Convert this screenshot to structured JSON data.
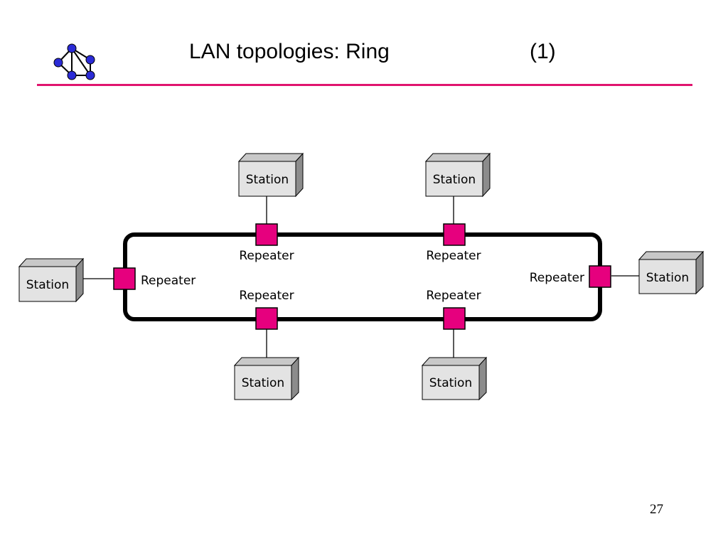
{
  "slide": {
    "title": "LAN topologies: Ring",
    "title_number": "(1)",
    "page_number": "27"
  },
  "colors": {
    "accent_rule": "#E0146E",
    "repeater_fill": "#E6007E",
    "station_face": "#E3E3E3",
    "station_side": "#8C8C8C",
    "logo_node": "#2B2BD6"
  },
  "logo": {
    "icon": "network-graph-icon"
  },
  "diagram": {
    "ring_label": "",
    "stations": [
      {
        "id": "top-left",
        "label": "Station"
      },
      {
        "id": "top-right",
        "label": "Station"
      },
      {
        "id": "right",
        "label": "Station"
      },
      {
        "id": "bottom-right",
        "label": "Station"
      },
      {
        "id": "bottom-left",
        "label": "Station"
      },
      {
        "id": "left",
        "label": "Station"
      }
    ],
    "repeaters": [
      {
        "id": "top-left",
        "label": "Repeater"
      },
      {
        "id": "top-right",
        "label": "Repeater"
      },
      {
        "id": "right",
        "label": "Repeater"
      },
      {
        "id": "bottom-right",
        "label": "Repeater"
      },
      {
        "id": "bottom-left",
        "label": "Repeater"
      },
      {
        "id": "left",
        "label": "Repeater"
      }
    ]
  }
}
